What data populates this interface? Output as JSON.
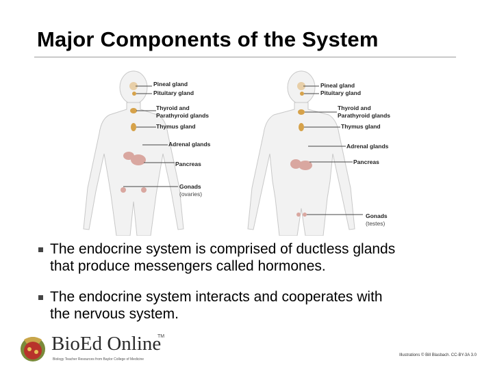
{
  "title": "Major Components of the System",
  "figure": {
    "female_labels": [
      "Pineal gland",
      "Pituitary gland",
      "Thyroid and",
      "Parathyroid glands",
      "Thymus gland",
      "Adrenal glands",
      "Pancreas",
      "Gonads",
      "(ovaries)"
    ],
    "male_labels": [
      "Pineal gland",
      "Pituitary gland",
      "Thyroid and",
      "Parathyroid glands",
      "Thymus gland",
      "Adrenal glands",
      "Pancreas",
      "Gonads",
      "(testes)"
    ]
  },
  "bullets": [
    {
      "line1": "The endocrine system is comprised of ductless glands",
      "line2": "that produce messengers called hormones."
    },
    {
      "line1": "The endocrine system interacts and cooperates with",
      "line2": "the nervous system."
    }
  ],
  "footer": {
    "logo_name": "BioEd Online",
    "logo_tm": "TM",
    "logo_tagline": "Biology Teacher Resources from Baylor College of Medicine",
    "credit": "Illustrations © Bill Blasbach. CC-BY-3A 3.0"
  },
  "colors": {
    "title_rule": "#9a9a9a",
    "bullet_mark": "#444444",
    "body_outline": "#c8c8c8",
    "gland": "#d9a7a0"
  }
}
